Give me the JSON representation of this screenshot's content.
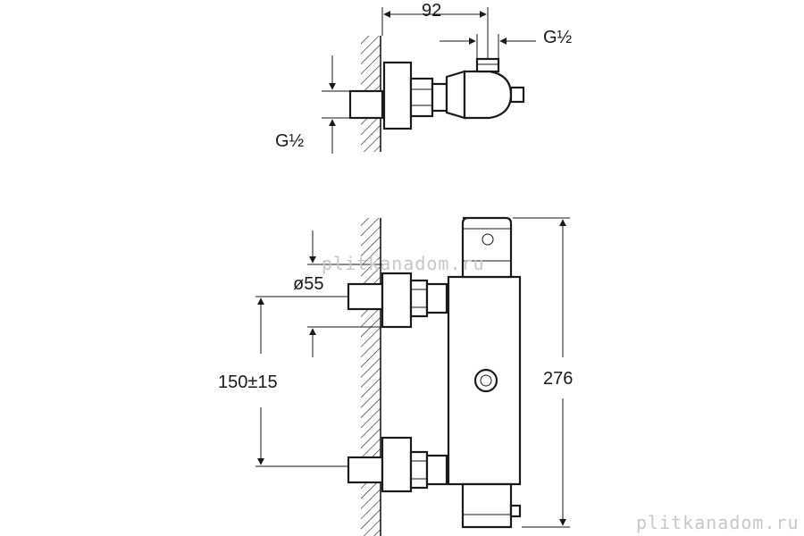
{
  "dimensions": {
    "top_width": "92",
    "top_outlet_thread": "G½",
    "top_inlet_thread": "G½",
    "inlet_diameter": "ø55",
    "inlet_spacing": "150±15",
    "overall_height": "276"
  },
  "watermarks": {
    "center": "plitkanadom.ru",
    "corner": "plitkanadom.ru"
  },
  "colors": {
    "line": "#1a1a1a",
    "watermark": "#c8c8c8",
    "background": "#ffffff"
  }
}
